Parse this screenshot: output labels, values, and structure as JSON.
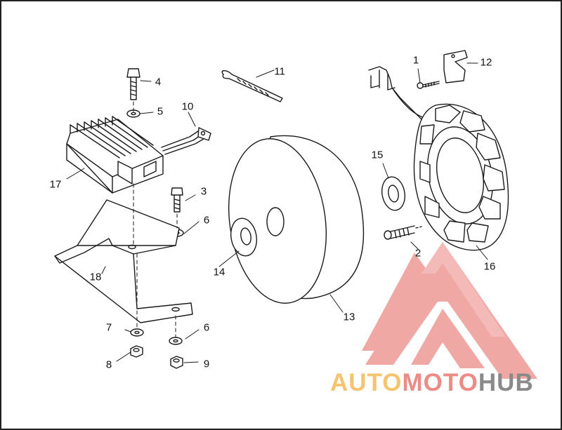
{
  "callouts": {
    "c1": "1",
    "c2": "2",
    "c3": "3",
    "c4": "4",
    "c5": "5",
    "c6a": "6",
    "c6b": "6",
    "c7": "7",
    "c8": "8",
    "c9": "9",
    "c10": "10",
    "c11": "11",
    "c12": "12",
    "c13": "13",
    "c14": "14",
    "c15": "15",
    "c16": "16",
    "c17": "17",
    "c18": "18"
  },
  "watermark": {
    "part1": "AUTO",
    "part2": "MOTO",
    "part3": "HUB",
    "color_primary": "#f5c470",
    "color_secondary": "#ed8b86",
    "color_tertiary": "#8a8a8a"
  },
  "line_color": "#1a1a1a"
}
